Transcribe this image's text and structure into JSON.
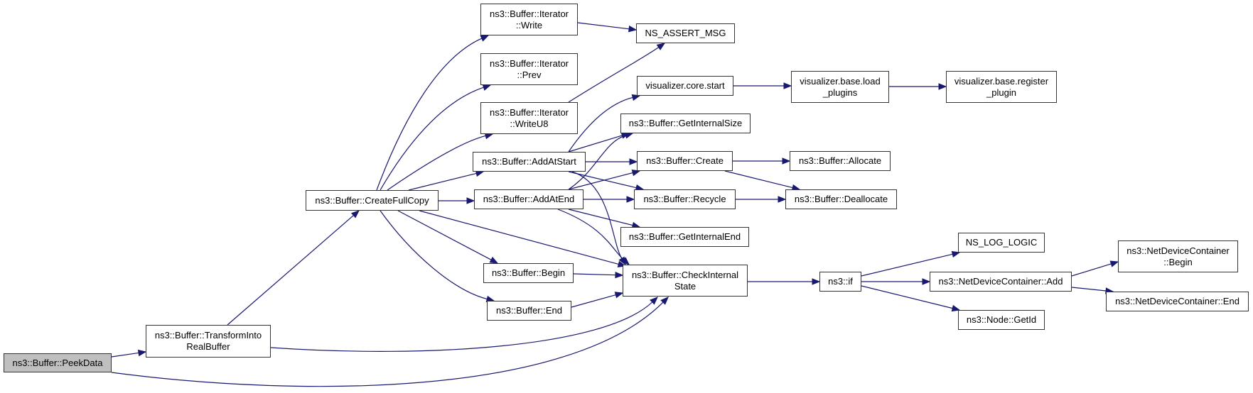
{
  "diagram": {
    "type": "call-graph",
    "edge_color": "#191970",
    "root_fill": "#bfbfbf",
    "node_fill": "#ffffff",
    "nodes": [
      {
        "id": "peekdata",
        "label": "ns3::Buffer::PeekData",
        "root": true
      },
      {
        "id": "transform",
        "label": "ns3::Buffer::TransformInto\nRealBuffer"
      },
      {
        "id": "createfullcopy",
        "label": "ns3::Buffer::CreateFullCopy"
      },
      {
        "id": "it_write",
        "label": "ns3::Buffer::Iterator\n::Write"
      },
      {
        "id": "it_prev",
        "label": "ns3::Buffer::Iterator\n::Prev"
      },
      {
        "id": "it_writeu8",
        "label": "ns3::Buffer::Iterator\n::WriteU8"
      },
      {
        "id": "addatstart",
        "label": "ns3::Buffer::AddAtStart"
      },
      {
        "id": "addatend",
        "label": "ns3::Buffer::AddAtEnd"
      },
      {
        "id": "begin",
        "label": "ns3::Buffer::Begin"
      },
      {
        "id": "end",
        "label": "ns3::Buffer::End"
      },
      {
        "id": "assert",
        "label": "NS_ASSERT_MSG"
      },
      {
        "id": "vizstart",
        "label": "visualizer.core.start"
      },
      {
        "id": "getinternalsize",
        "label": "ns3::Buffer::GetInternalSize"
      },
      {
        "id": "create",
        "label": "ns3::Buffer::Create"
      },
      {
        "id": "recycle",
        "label": "ns3::Buffer::Recycle"
      },
      {
        "id": "getinternalend",
        "label": "ns3::Buffer::GetInternalEnd"
      },
      {
        "id": "checkinternal",
        "label": "ns3::Buffer::CheckInternal\nState"
      },
      {
        "id": "loadplugins",
        "label": "visualizer.base.load\n_plugins"
      },
      {
        "id": "registerplugin",
        "label": "visualizer.base.register\n_plugin"
      },
      {
        "id": "allocate",
        "label": "ns3::Buffer::Allocate"
      },
      {
        "id": "deallocate",
        "label": "ns3::Buffer::Deallocate"
      },
      {
        "id": "ns3if",
        "label": "ns3::if"
      },
      {
        "id": "nslog",
        "label": "NS_LOG_LOGIC"
      },
      {
        "id": "ndcadd",
        "label": "ns3::NetDeviceContainer::Add"
      },
      {
        "id": "nodegetid",
        "label": "ns3::Node::GetId"
      },
      {
        "id": "ndcbegin",
        "label": "ns3::NetDeviceContainer\n::Begin"
      },
      {
        "id": "ndcend",
        "label": "ns3::NetDeviceContainer::End"
      }
    ],
    "edges": [
      [
        "peekdata",
        "transform"
      ],
      [
        "peekdata",
        "checkinternal"
      ],
      [
        "transform",
        "createfullcopy"
      ],
      [
        "transform",
        "checkinternal"
      ],
      [
        "createfullcopy",
        "it_write"
      ],
      [
        "createfullcopy",
        "it_prev"
      ],
      [
        "createfullcopy",
        "it_writeu8"
      ],
      [
        "createfullcopy",
        "addatstart"
      ],
      [
        "createfullcopy",
        "addatend"
      ],
      [
        "createfullcopy",
        "begin"
      ],
      [
        "createfullcopy",
        "end"
      ],
      [
        "createfullcopy",
        "checkinternal"
      ],
      [
        "it_write",
        "assert"
      ],
      [
        "it_writeu8",
        "assert"
      ],
      [
        "addatstart",
        "vizstart"
      ],
      [
        "addatstart",
        "getinternalsize"
      ],
      [
        "addatstart",
        "create"
      ],
      [
        "addatstart",
        "recycle"
      ],
      [
        "addatstart",
        "checkinternal"
      ],
      [
        "addatend",
        "getinternalsize"
      ],
      [
        "addatend",
        "create"
      ],
      [
        "addatend",
        "recycle"
      ],
      [
        "addatend",
        "getinternalend"
      ],
      [
        "addatend",
        "checkinternal"
      ],
      [
        "begin",
        "checkinternal"
      ],
      [
        "end",
        "checkinternal"
      ],
      [
        "vizstart",
        "loadplugins"
      ],
      [
        "loadplugins",
        "registerplugin"
      ],
      [
        "create",
        "allocate"
      ],
      [
        "create",
        "deallocate"
      ],
      [
        "recycle",
        "deallocate"
      ],
      [
        "checkinternal",
        "ns3if"
      ],
      [
        "ns3if",
        "nslog"
      ],
      [
        "ns3if",
        "ndcadd"
      ],
      [
        "ns3if",
        "nodegetid"
      ],
      [
        "ndcadd",
        "ndcbegin"
      ],
      [
        "ndcadd",
        "ndcend"
      ]
    ]
  }
}
